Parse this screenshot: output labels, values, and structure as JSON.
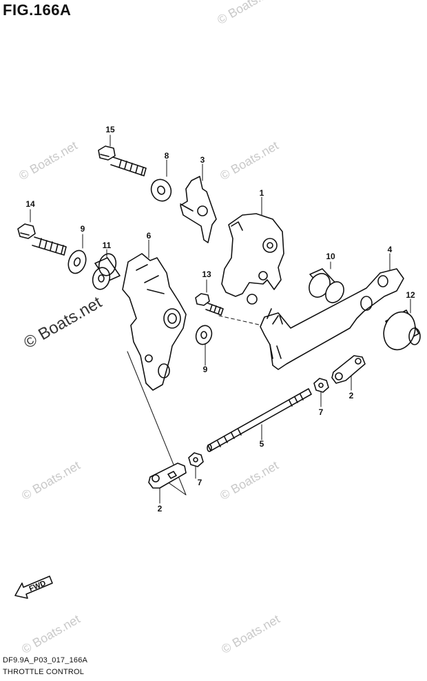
{
  "figure": {
    "title": "FIG.166A",
    "code": "DF9.9A_P03_017_166A",
    "caption": "THROTTLE CONTROL"
  },
  "watermark": {
    "text": "© Boats.net"
  },
  "fwd_label": "FWD",
  "callouts": {
    "c1": "1",
    "c2a": "2",
    "c2b": "2",
    "c3": "3",
    "c4": "4",
    "c5": "5",
    "c6": "6",
    "c7a": "7",
    "c7b": "7",
    "c8": "8",
    "c9a": "9",
    "c9b": "9",
    "c10": "10",
    "c11": "11",
    "c12": "12",
    "c13": "13",
    "c14": "14",
    "c15": "15"
  },
  "colors": {
    "line": "#111111",
    "watermark": "#c9c9c9"
  }
}
